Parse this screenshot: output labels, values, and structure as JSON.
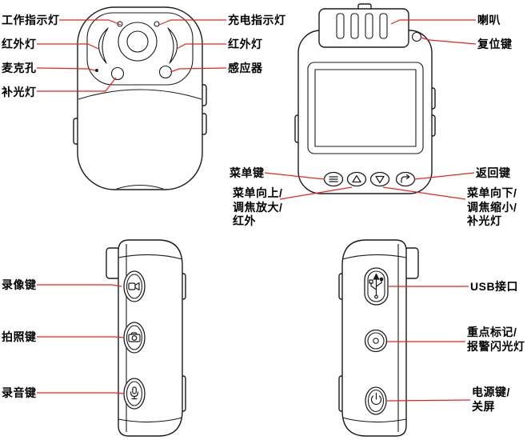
{
  "colors": {
    "callout": "#e8251f",
    "outline": "#1b1b1b"
  },
  "front_view": {
    "work_indicator": "工作指示灯",
    "ir_light_left": "红外灯",
    "mic_hole": "麦克孔",
    "fill_light": "补光灯",
    "charge_indicator": "充电指示灯",
    "ir_light_right": "红外灯",
    "sensor": "感应器"
  },
  "back_view": {
    "speaker": "喇叭",
    "reset_key": "复位键",
    "menu_key": "菜单键",
    "back_key": "返回键",
    "menu_up": "菜单向上/\n调焦放大/\n红外",
    "menu_down": "菜单向下/\n调焦缩小/\n补光灯"
  },
  "left_side_view": {
    "record_video_key": "录像键",
    "photo_key": "拍照键",
    "record_audio_key": "录音键"
  },
  "right_side_view": {
    "usb_port": "USB接口",
    "mark_key": "重点标记/\n报警闪光灯",
    "power_key": "电源键/\n关屏"
  }
}
